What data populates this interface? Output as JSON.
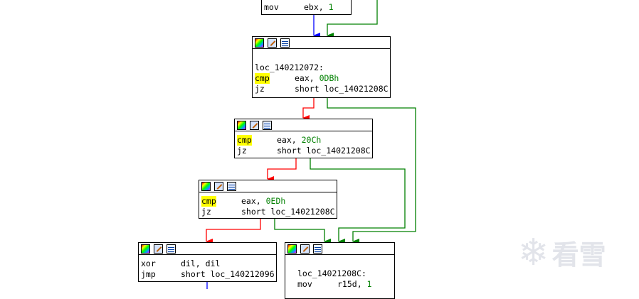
{
  "colors": {
    "edge_true": "#008000",
    "edge_false": "#ff0000",
    "edge_uncond": "#0000ff",
    "highlight": "#ffff00",
    "number": "#008000"
  },
  "toolbar_icons": [
    "color-palette-icon",
    "rename-icon",
    "graph-list-icon"
  ],
  "nodes": {
    "top": {
      "lines": [
        {
          "mnemonic": "mov",
          "operand_plain": "ebx, ",
          "operand_num": "1"
        }
      ]
    },
    "loc_072": {
      "label": "loc_140212072:",
      "lines": [
        {
          "mnemonic": "cmp",
          "operand_plain": "eax, ",
          "operand_num": "0DBh"
        },
        {
          "mnemonic": "jz",
          "operand_plain": "short loc_14021208C",
          "operand_num": ""
        }
      ]
    },
    "cmp_20": {
      "lines": [
        {
          "mnemonic": "cmp",
          "operand_plain": "eax, ",
          "operand_num": "20Ch"
        },
        {
          "mnemonic": "jz",
          "operand_plain": "short loc_14021208C",
          "operand_num": ""
        }
      ]
    },
    "cmp_ed": {
      "lines": [
        {
          "mnemonic": "cmp",
          "operand_plain": "eax, ",
          "operand_num": "0EDh"
        },
        {
          "mnemonic": "jz",
          "operand_plain": "short loc_14021208C",
          "operand_num": ""
        }
      ]
    },
    "xor_block": {
      "lines": [
        {
          "mnemonic": "xor",
          "operand_plain": "dil, dil",
          "operand_num": ""
        },
        {
          "mnemonic": "jmp",
          "operand_plain": "short loc_140212096",
          "operand_num": ""
        }
      ]
    },
    "loc_08c": {
      "label": "loc_14021208C:",
      "lines": [
        {
          "mnemonic": "mov",
          "operand_plain": "r15d, ",
          "operand_num": "1"
        }
      ]
    }
  },
  "watermark": {
    "text": "看雪",
    "icon": "snowflake-icon"
  }
}
